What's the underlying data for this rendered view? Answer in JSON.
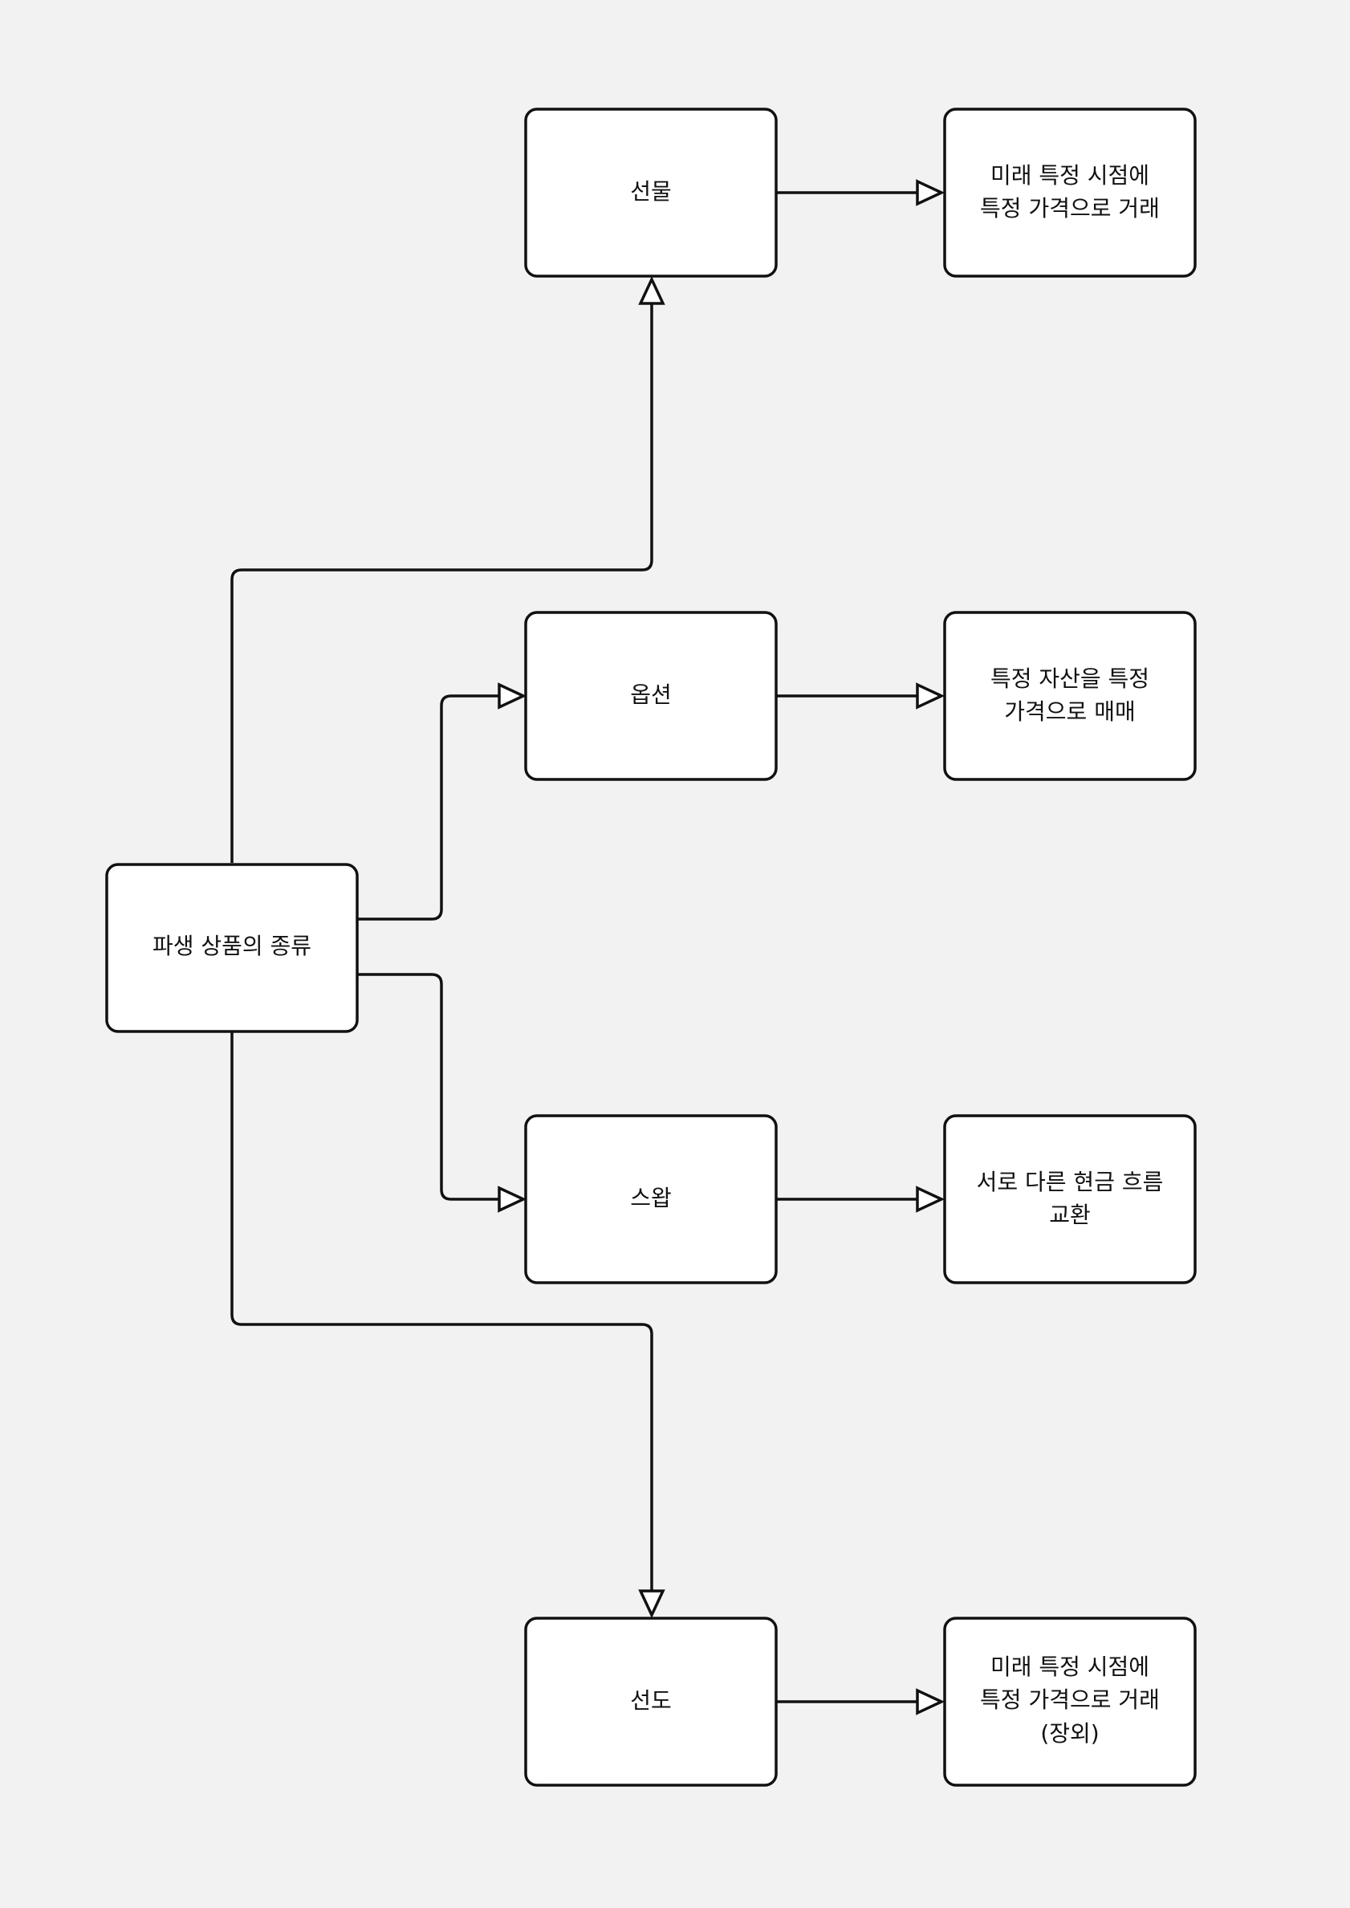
{
  "diagram": {
    "root": {
      "label": "파생 상품의 종류"
    },
    "types": [
      {
        "label": "선물",
        "description": [
          "미래 특정 시점에",
          "특정 가격으로 거래"
        ]
      },
      {
        "label": "옵션",
        "description": [
          "특정 자산을 특정",
          "가격으로 매매"
        ]
      },
      {
        "label": "스왑",
        "description": [
          "서로 다른 현금 흐름",
          "교환"
        ]
      },
      {
        "label": "선도",
        "description": [
          "미래 특정 시점에",
          "특정 가격으로 거래",
          "(장외)"
        ]
      }
    ],
    "colors": {
      "background": "#f2f2f2",
      "node_fill": "#ffffff",
      "stroke": "#111111"
    }
  }
}
